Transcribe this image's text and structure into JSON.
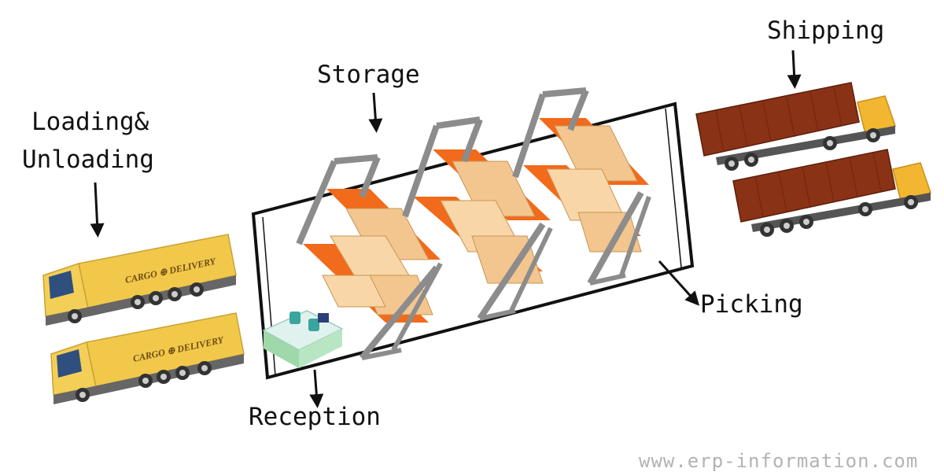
{
  "labels": {
    "loading_line1": "Loading&",
    "loading_line2": "Unloading",
    "storage": "Storage",
    "shipping": "Shipping",
    "picking": "Picking",
    "reception": "Reception"
  },
  "truck_branding": {
    "word1": "CARGO",
    "word2": "DELIVERY"
  },
  "watermark": "www.erp-information.com",
  "colors": {
    "yellow_truck": "#f2c84b",
    "red_container": "#8a3216",
    "shelf_orange": "#f26a1b",
    "shelf_frame": "#8c8c8c",
    "box": "#f3c68f",
    "outline": "#111111"
  }
}
